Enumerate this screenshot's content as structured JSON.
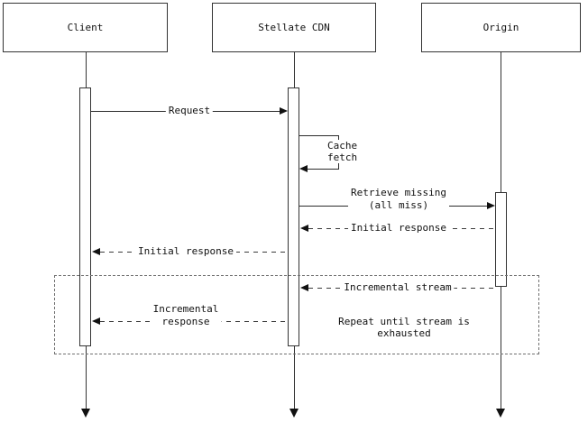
{
  "actors": [
    {
      "name": "Client"
    },
    {
      "name": "Stellate CDN"
    },
    {
      "name": "Origin"
    }
  ],
  "messages": {
    "request": {
      "label": "Request",
      "from": "Client",
      "to": "Stellate CDN",
      "style": "solid"
    },
    "cache_fetch": {
      "label_line1": "Cache",
      "label_line2": "fetch",
      "from": "Stellate CDN",
      "to": "Stellate CDN",
      "style": "solid-self-loop"
    },
    "retrieve_missing": {
      "label_line1": "Retrieve missing",
      "label_line2": "(all miss)",
      "from": "Stellate CDN",
      "to": "Origin",
      "style": "solid"
    },
    "initial_response_to_cdn": {
      "label": "Initial response",
      "from": "Origin",
      "to": "Stellate CDN",
      "style": "dashed"
    },
    "initial_response_to_client": {
      "label": "Initial response",
      "from": "Stellate CDN",
      "to": "Client",
      "style": "dashed"
    },
    "incremental_stream": {
      "label": "Incremental stream",
      "from": "Origin",
      "to": "Stellate CDN",
      "style": "dashed"
    },
    "incremental_response": {
      "label_line1": "Incremental",
      "label_line2": "response",
      "from": "Stellate CDN",
      "to": "Client",
      "style": "dashed"
    }
  },
  "frame": {
    "note_line1": "Repeat until stream is",
    "note_line2": "exhausted"
  },
  "colors": {
    "line": "#333333",
    "message_dash": "#3c3c3c",
    "frame_dash": "#707070",
    "text": "#111111",
    "background": "#ffffff"
  }
}
